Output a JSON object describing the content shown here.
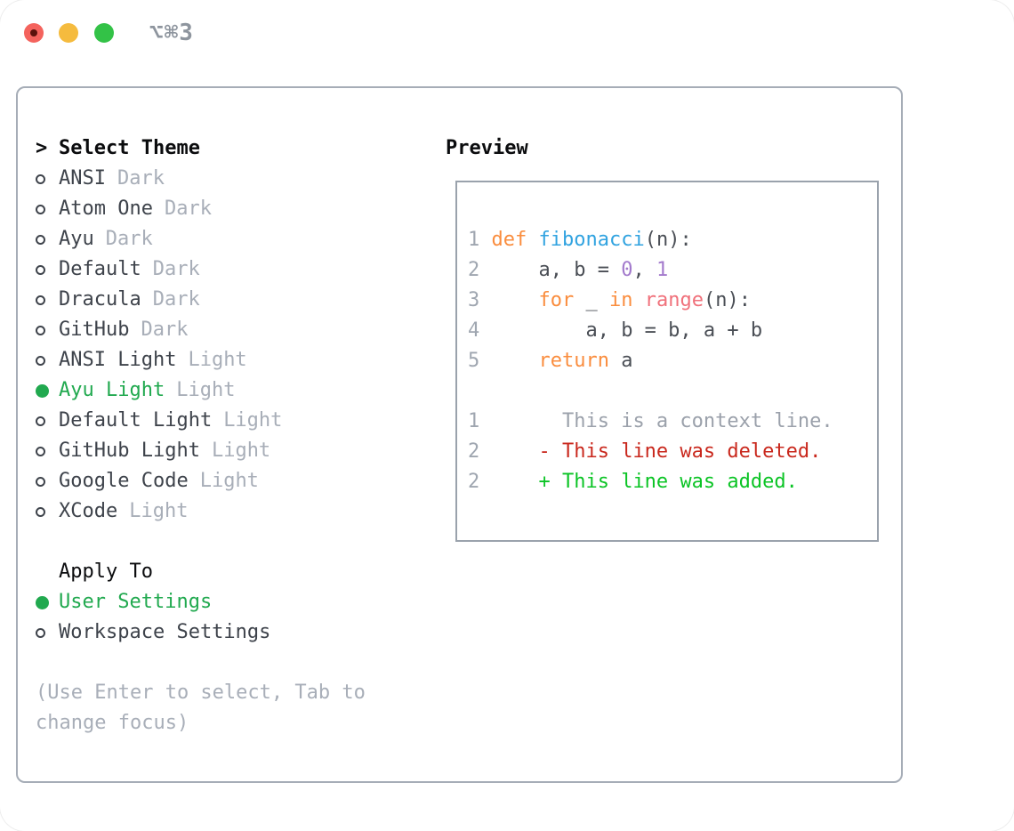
{
  "titlebar": {
    "title": "⌥⌘3"
  },
  "palette": {
    "keyword": "#FA8D3E",
    "function": "#31A3E0",
    "number": "#A37ACC",
    "builtin": "#F0717B",
    "default": "#4A4E55",
    "lineno": "#9FA6B0",
    "context": "#9BA1AB",
    "deleted": "#C9281D",
    "added": "#0BC425",
    "selected_green": "#21A94F",
    "muted_gray": "#A8AEB8",
    "text_dark": "#3E434B"
  },
  "theme_list": {
    "focus_caret": ">",
    "header": "Select Theme",
    "items": [
      {
        "name": "ANSI",
        "variant": "Dark",
        "selected": false
      },
      {
        "name": "Atom One",
        "variant": "Dark",
        "selected": false
      },
      {
        "name": "Ayu",
        "variant": "Dark",
        "selected": false
      },
      {
        "name": "Default",
        "variant": "Dark",
        "selected": false
      },
      {
        "name": "Dracula",
        "variant": "Dark",
        "selected": false
      },
      {
        "name": "GitHub",
        "variant": "Dark",
        "selected": false
      },
      {
        "name": "ANSI Light",
        "variant": "Light",
        "selected": false
      },
      {
        "name": "Ayu Light",
        "variant": "Light",
        "selected": true
      },
      {
        "name": "Default Light",
        "variant": "Light",
        "selected": false
      },
      {
        "name": "GitHub Light",
        "variant": "Light",
        "selected": false
      },
      {
        "name": "Google Code",
        "variant": "Light",
        "selected": false
      },
      {
        "name": "XCode",
        "variant": "Light",
        "selected": false
      }
    ]
  },
  "apply_to": {
    "header": "Apply To",
    "options": [
      {
        "label": "User Settings",
        "selected": true
      },
      {
        "label": "Workspace Settings",
        "selected": false
      }
    ]
  },
  "hint": "(Use Enter to select, Tab to change focus)",
  "preview": {
    "header": "Preview",
    "lines": [
      {
        "num": "1",
        "tokens": [
          {
            "t": "def ",
            "c": "keyword"
          },
          {
            "t": "fibonacci",
            "c": "function"
          },
          {
            "t": "(n):",
            "c": "default"
          }
        ]
      },
      {
        "num": "2",
        "tokens": [
          {
            "t": "    a, b = ",
            "c": "default"
          },
          {
            "t": "0",
            "c": "number"
          },
          {
            "t": ", ",
            "c": "default"
          },
          {
            "t": "1",
            "c": "number"
          }
        ]
      },
      {
        "num": "3",
        "tokens": [
          {
            "t": "    ",
            "c": "default"
          },
          {
            "t": "for",
            "c": "keyword"
          },
          {
            "t": " _ ",
            "c": "default"
          },
          {
            "t": "in",
            "c": "keyword"
          },
          {
            "t": " ",
            "c": "default"
          },
          {
            "t": "range",
            "c": "builtin"
          },
          {
            "t": "(n):",
            "c": "default"
          }
        ]
      },
      {
        "num": "4",
        "tokens": [
          {
            "t": "        a, b = b, a + b",
            "c": "default"
          }
        ]
      },
      {
        "num": "5",
        "tokens": [
          {
            "t": "    ",
            "c": "default"
          },
          {
            "t": "return",
            "c": "keyword"
          },
          {
            "t": " a",
            "c": "default"
          }
        ]
      },
      {
        "num": "",
        "tokens": []
      },
      {
        "num": "1",
        "tokens": [
          {
            "t": "      This is a context line.",
            "c": "context"
          }
        ]
      },
      {
        "num": "2",
        "tokens": [
          {
            "t": "    - This line was deleted.",
            "c": "deleted"
          }
        ]
      },
      {
        "num": "2",
        "tokens": [
          {
            "t": "    + This line was added.",
            "c": "added"
          }
        ]
      }
    ]
  }
}
